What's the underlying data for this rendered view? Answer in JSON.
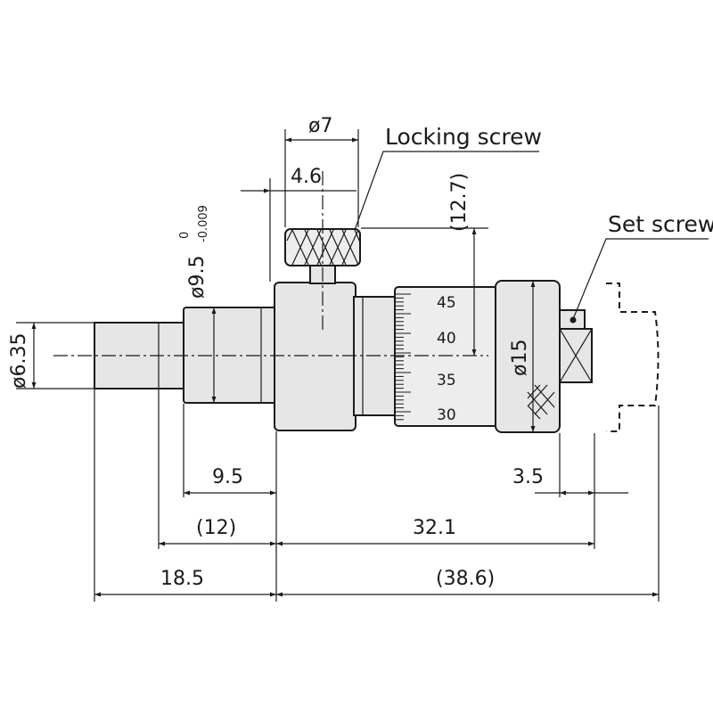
{
  "callouts": {
    "locking_screw": "Locking screw",
    "set_screw": "Set screw"
  },
  "dimensions": {
    "dia_7": "ø7",
    "len_4_6": "4.6",
    "len_12_7": "(12.7)",
    "dia_9_5": "ø9.5",
    "tol_upper": "0",
    "tol_lower": "-0.009",
    "dia_6_35": "ø6.35",
    "dia_15": "ø15",
    "len_9_5": "9.5",
    "len_12": "(12)",
    "len_18_5": "18.5",
    "len_32_1": "32.1",
    "len_38_6": "(38.6)",
    "len_3_5": "3.5"
  },
  "thimble_scale": [
    "45",
    "40",
    "35",
    "30"
  ]
}
